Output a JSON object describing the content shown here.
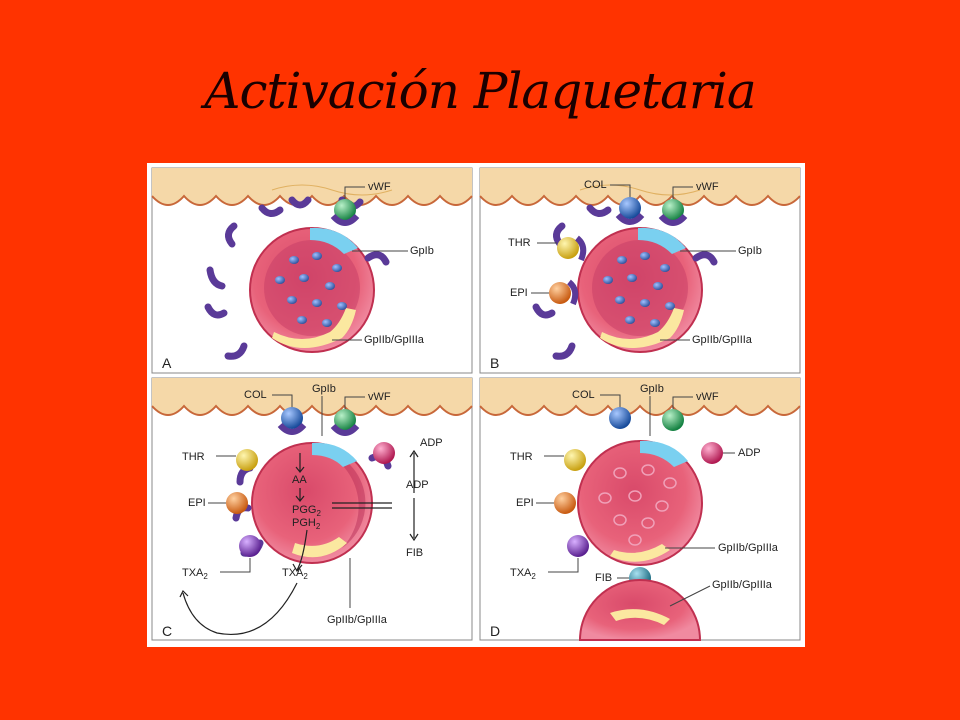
{
  "slide": {
    "title": "Activación Plaquetaria"
  },
  "panels": {
    "A": {
      "letter": "A",
      "labels": {
        "vwf": "vWF",
        "gp1b": "GpIb",
        "gp2b3a": "GpIIb/GpIIIa"
      }
    },
    "B": {
      "letter": "B",
      "labels": {
        "col": "COL",
        "vwf": "vWF",
        "thr": "THR",
        "gp1b": "GpIb",
        "epi": "EPI",
        "gp2b3a": "GpIIb/GpIIIa"
      }
    },
    "C": {
      "letter": "C",
      "labels": {
        "col": "COL",
        "gp1b": "GpIb",
        "vwf": "vWF",
        "thr": "THR",
        "adp_top": "ADP",
        "adp_mid": "ADP",
        "epi": "EPI",
        "fib": "FIB",
        "txa2_left": "TXA",
        "txa2_right": "TXA",
        "gp2b3a": "GpIIb/GpIIIa",
        "aa": "AA",
        "pgg2": "PGG",
        "pgh2": "PGH",
        "sub2": "2"
      }
    },
    "D": {
      "letter": "D",
      "labels": {
        "col": "COL",
        "gp1b": "GpIb",
        "vwf": "vWF",
        "thr": "THR",
        "adp": "ADP",
        "epi": "EPI",
        "gp2b3a": "GpIIb/GpIIIa",
        "txa2": "TXA",
        "fib": "FIB",
        "gp2b3a_lower": "GpIIb/GpIIIa",
        "sub2": "2"
      }
    }
  },
  "colors": {
    "background": "#ff3300",
    "title": "#1a0000",
    "cell_body": "#e8627a",
    "granule": "#4a6fb5",
    "receptor": "#6a4aa0",
    "vwf": "#1f9a55",
    "col": "#1e5fb0",
    "thr": "#e8c020",
    "epi": "#e07a20",
    "adp": "#d0306a",
    "txa2": "#7a3aa0",
    "fib": "#2a8aa0",
    "endothelium": "#f5d8a8"
  }
}
